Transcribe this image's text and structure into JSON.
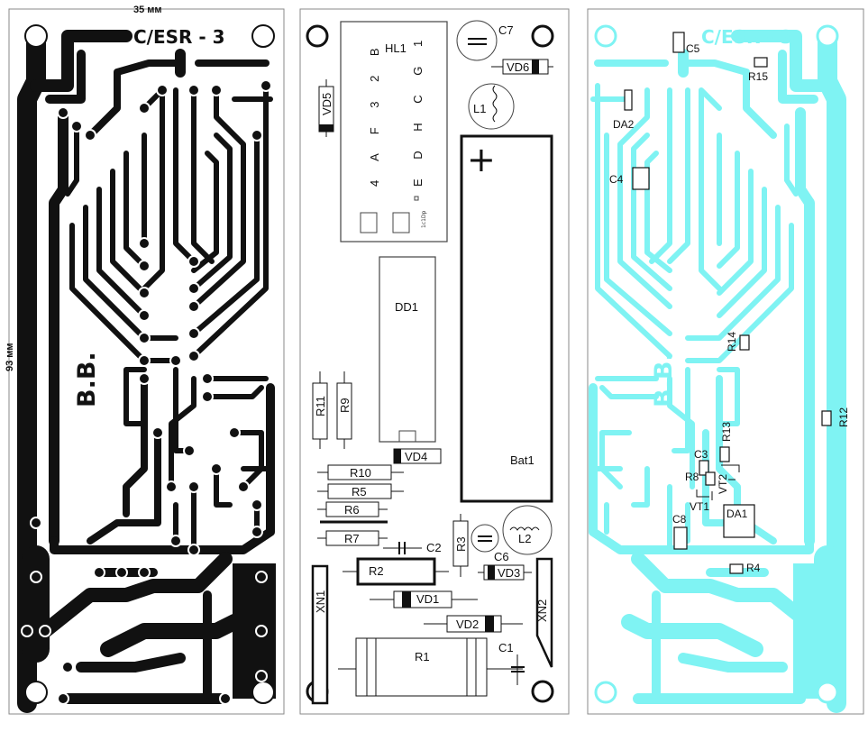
{
  "dimensions": {
    "width_label": "35 мм",
    "height_label": "93 мм"
  },
  "pcb_traces": {
    "title": "C/ESR - 3",
    "author_mark": "B.B.",
    "trace_color": "#111111"
  },
  "component_layout": {
    "display": {
      "ref": "HL1",
      "row1": "4 A F 3 2 B",
      "row2": "E D H C G 1",
      "small_text": "1с1Dp"
    },
    "ic": {
      "ref": "DD1"
    },
    "battery": {
      "ref": "Bat1",
      "plus": "+"
    },
    "resistors": [
      "R1",
      "R2",
      "R3",
      "R5",
      "R6",
      "R7",
      "R9",
      "R10",
      "R11"
    ],
    "diodes": [
      "VD1",
      "VD2",
      "VD3",
      "VD4",
      "VD5",
      "VD6"
    ],
    "capacitors": [
      "C1",
      "C2",
      "C6",
      "C7"
    ],
    "inductors": [
      "L1",
      "L2"
    ],
    "connectors": [
      "XN1",
      "XN2"
    ]
  },
  "smd_layout": {
    "title": "C/ESR - 3",
    "author_mark": "B.B.",
    "trace_color": "#7FF3F3",
    "labels": [
      "C5",
      "R15",
      "DA2",
      "C4",
      "R14",
      "R12",
      "R13",
      "C3",
      "R8",
      "VT2",
      "VT1",
      "C8",
      "DA1",
      "R4"
    ]
  }
}
